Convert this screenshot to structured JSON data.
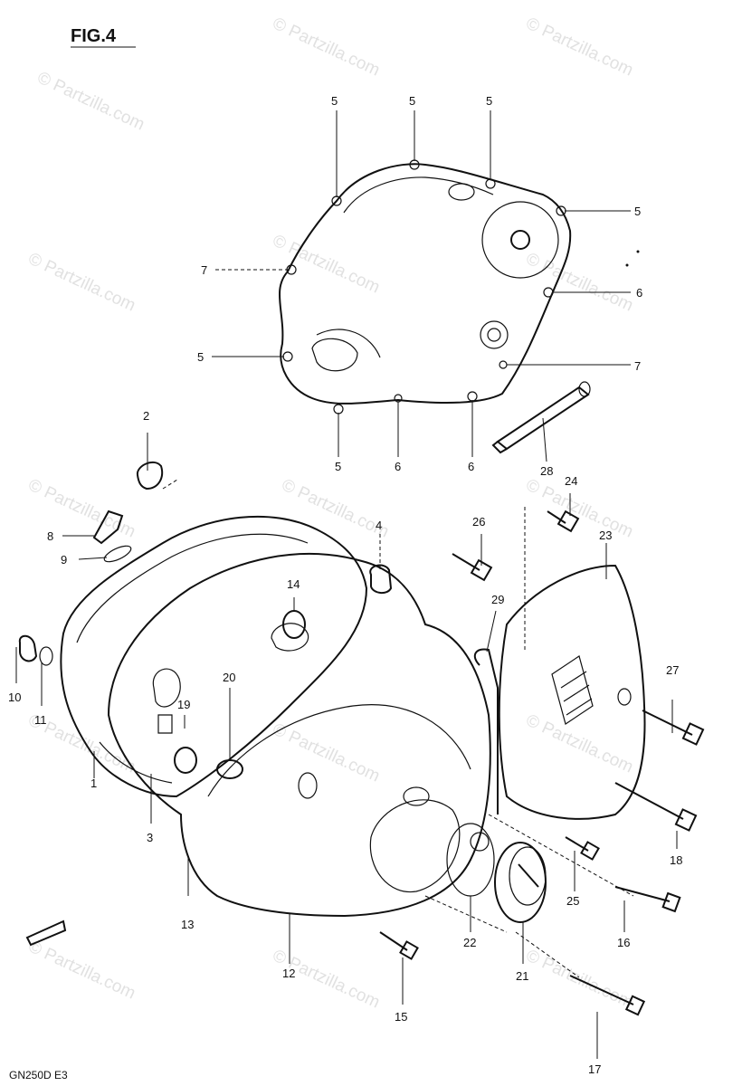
{
  "figure": {
    "title": "FIG.4",
    "footer": "GN250D E3",
    "watermark": "© Partzilla.com",
    "callouts": [
      {
        "id": "c5a",
        "label": "5"
      },
      {
        "id": "c5b",
        "label": "5"
      },
      {
        "id": "c5c",
        "label": "5"
      },
      {
        "id": "c5d",
        "label": "5"
      },
      {
        "id": "c5e",
        "label": "5"
      },
      {
        "id": "c5f",
        "label": "5"
      },
      {
        "id": "c6a",
        "label": "6"
      },
      {
        "id": "c6b",
        "label": "6"
      },
      {
        "id": "c6c",
        "label": "6"
      },
      {
        "id": "c7a",
        "label": "7"
      },
      {
        "id": "c7b",
        "label": "7"
      },
      {
        "id": "c28",
        "label": "28"
      },
      {
        "id": "c2",
        "label": "2"
      },
      {
        "id": "c8",
        "label": "8"
      },
      {
        "id": "c9",
        "label": "9"
      },
      {
        "id": "c4",
        "label": "4"
      },
      {
        "id": "c26",
        "label": "26"
      },
      {
        "id": "c24",
        "label": "24"
      },
      {
        "id": "c23",
        "label": "23"
      },
      {
        "id": "c14",
        "label": "14"
      },
      {
        "id": "c29",
        "label": "29"
      },
      {
        "id": "c10",
        "label": "10"
      },
      {
        "id": "c11",
        "label": "11"
      },
      {
        "id": "c1",
        "label": "1"
      },
      {
        "id": "c19",
        "label": "19"
      },
      {
        "id": "c20",
        "label": "20"
      },
      {
        "id": "c27",
        "label": "27"
      },
      {
        "id": "c3",
        "label": "3"
      },
      {
        "id": "c18",
        "label": "18"
      },
      {
        "id": "c13",
        "label": "13"
      },
      {
        "id": "c25",
        "label": "25"
      },
      {
        "id": "c16",
        "label": "16"
      },
      {
        "id": "c22",
        "label": "22"
      },
      {
        "id": "c12",
        "label": "12"
      },
      {
        "id": "c21",
        "label": "21"
      },
      {
        "id": "c15",
        "label": "15"
      },
      {
        "id": "c17",
        "label": "17"
      }
    ]
  }
}
